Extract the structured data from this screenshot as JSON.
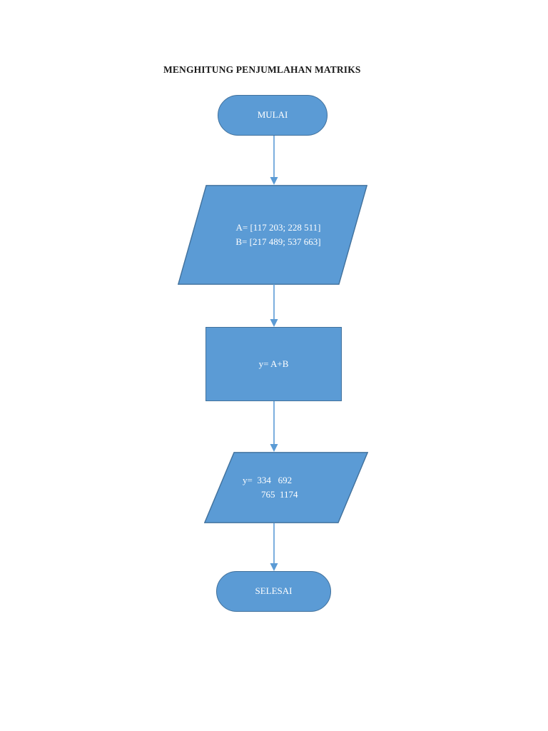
{
  "document": {
    "title": "MENGHITUNG PENJUMLAHAN MATRIKS",
    "background_color": "#ffffff"
  },
  "theme": {
    "shape_fill": "#5b9bd5",
    "shape_border": "#41719c",
    "shape_text_color": "#ffffff",
    "connector_color": "#5b9bd5",
    "title_color": "#1a1a1a"
  },
  "chart_data": {
    "type": "diagram",
    "diagram_type": "flowchart",
    "title": "MENGHITUNG PENJUMLAHAN MATRIKS",
    "orientation": "top-to-bottom",
    "nodes": [
      {
        "id": "mulai",
        "shape": "terminator",
        "label": "MULAI"
      },
      {
        "id": "input",
        "shape": "parallelogram",
        "label": "A= [117 203; 228 511]\nB= [217 489; 537 663]"
      },
      {
        "id": "process",
        "shape": "rectangle",
        "label": "y= A+B"
      },
      {
        "id": "output",
        "shape": "parallelogram",
        "label": "y=  334   692\n765  1174"
      },
      {
        "id": "selesai",
        "shape": "terminator",
        "label": "SELESAI"
      }
    ],
    "edges": [
      {
        "from": "mulai",
        "to": "input",
        "arrow": "down"
      },
      {
        "from": "input",
        "to": "process",
        "arrow": "down"
      },
      {
        "from": "process",
        "to": "output",
        "arrow": "down"
      },
      {
        "from": "output",
        "to": "selesai",
        "arrow": "down"
      }
    ]
  },
  "nodes": {
    "mulai": {
      "label": "MULAI"
    },
    "input": {
      "line1": "A= [117 203; 228 511]",
      "line2": "B= [217 489; 537 663]"
    },
    "process": {
      "label": "y= A+B"
    },
    "output": {
      "line1": "y=  334   692",
      "line2": "765  1174"
    },
    "selesai": {
      "label": "SELESAI"
    }
  }
}
